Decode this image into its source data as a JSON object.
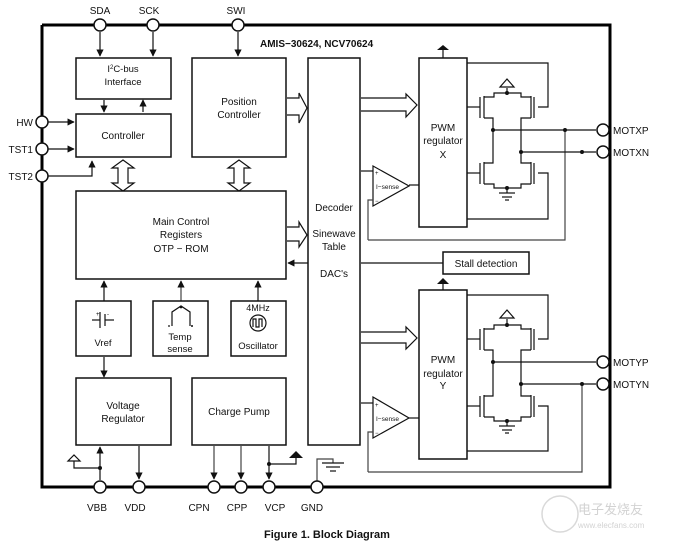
{
  "chip_title": "AMIS−30624, NCV70624",
  "caption": "Figure 1. Block Diagram",
  "pins": {
    "sda": "SDA",
    "sck": "SCK",
    "swi": "SWI",
    "hw": "HW",
    "tst1": "TST1",
    "tst2": "TST2",
    "motxp": "MOTXP",
    "motxn": "MOTXN",
    "motyp": "MOTYP",
    "motyn": "MOTYN",
    "vbb": "VBB",
    "vdd": "VDD",
    "cpn": "CPN",
    "cpp": "CPP",
    "vcp": "VCP",
    "gnd": "GND"
  },
  "blocks": {
    "i2c": {
      "line1_sup": "2",
      "line1_pre": "I",
      "line1_post": "C-bus",
      "line2": "Interface"
    },
    "controller": {
      "label": "Controller"
    },
    "position": {
      "line1": "Position",
      "line2": "Controller"
    },
    "main_regs": {
      "line1": "Main Control",
      "line2": "Registers",
      "line3": "OTP − ROM"
    },
    "decoder": {
      "line1": "Decoder",
      "line2": "Sinewave",
      "line3": "Table",
      "line4": "DAC's"
    },
    "pwm_x": {
      "line1": "PWM",
      "line2": "regulator",
      "line3": "X"
    },
    "pwm_y": {
      "line1": "PWM",
      "line2": "regulator",
      "line3": "Y"
    },
    "stall": {
      "label": "Stall detection"
    },
    "vref": {
      "label": "Vref"
    },
    "temp": {
      "line1": "Temp",
      "line2": "sense"
    },
    "osc": {
      "freq": "4MHz",
      "label": "Oscillator"
    },
    "vreg": {
      "line1": "Voltage",
      "line2": "Regulator"
    },
    "charge_pump": {
      "label": "Charge Pump"
    },
    "isense_x": {
      "label": "I−sense",
      "plus": "+",
      "minus": "−"
    },
    "isense_y": {
      "label": "I−sense",
      "plus": "+",
      "minus": "−"
    }
  },
  "watermark": {
    "title": "电子发烧友",
    "url": "www.elecfans.com"
  }
}
